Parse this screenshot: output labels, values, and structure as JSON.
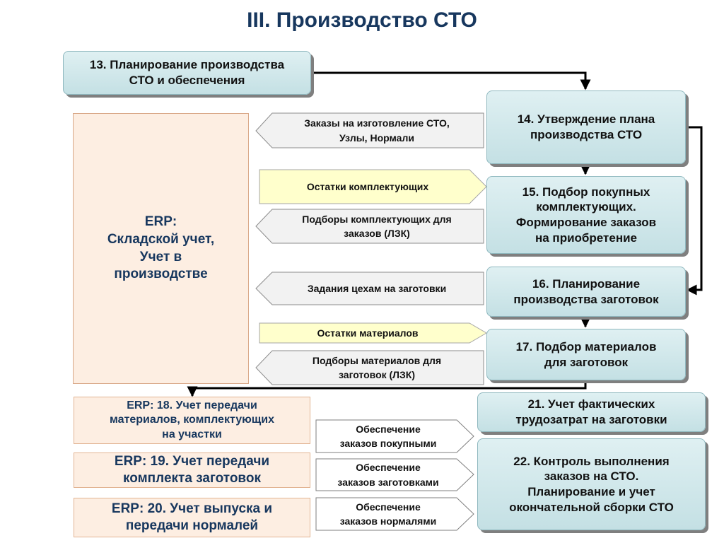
{
  "title": "III. Производство СТО",
  "erp_main": {
    "line1": "ERP:",
    "line2": "Складской учет,",
    "line3": "Учет в",
    "line4": "производстве"
  },
  "steps": {
    "s13": [
      "13. Планирование производства",
      "СТО и обеспечения"
    ],
    "s14": [
      "14. Утверждение плана",
      "производства СТО"
    ],
    "s15": [
      "15. Подбор покупных",
      "комплектующих.",
      "Формирование заказов",
      "на приобретение"
    ],
    "s16": [
      "16. Планирование",
      "производства заготовок"
    ],
    "s17": [
      "17. Подбор материалов",
      "для заготовок"
    ],
    "s21": [
      "21. Учет фактических",
      "трудозатрат на заготовки"
    ],
    "s22": [
      "22. Контроль выполнения",
      "заказов на СТО.",
      "Планирование  и учет",
      "окончательной сборки  СТО"
    ]
  },
  "erp_steps": {
    "e18": [
      "ERP:  18. Учет передачи",
      "материалов, комплектующих",
      "на участки"
    ],
    "e19": [
      "ERP:  19. Учет передачи",
      "комплекта заготовок"
    ],
    "e20": [
      "ERP:  20. Учет выпуска и",
      "передачи нормалей"
    ]
  },
  "flows": {
    "f1": [
      "Заказы на изготовление СТО,",
      "Узлы, Нормали"
    ],
    "f2": [
      "Остатки комплектующих"
    ],
    "f3": [
      "Подборы комплектующих для",
      "заказов (ЛЗК)"
    ],
    "f4": [
      "Задания цехам на заготовки"
    ],
    "f5": [
      "Остатки материалов"
    ],
    "f6": [
      "Подборы материалов для",
      "заготовок (ЛЗК)"
    ],
    "f7": [
      "Обеспечение",
      "заказов покупными"
    ],
    "f8": [
      "Обеспечение",
      "заказов заготовками"
    ],
    "f9": [
      "Обеспечение",
      "заказов нормалями"
    ]
  },
  "colors": {
    "title": "#17375e",
    "teal_fill": "#d5eaed",
    "peach_fill": "#fdeee2",
    "yellow_fill": "#ffffcc",
    "gray_fill": "#f2f2f2"
  }
}
